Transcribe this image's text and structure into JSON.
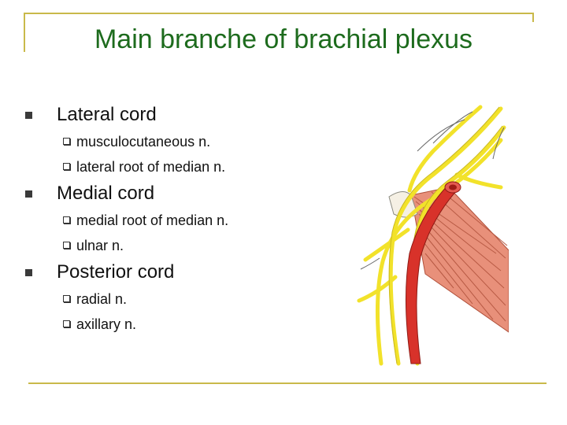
{
  "slide": {
    "title": "Main branche of brachial plexus",
    "items": [
      {
        "label": "Lateral cord",
        "sub": [
          "musculocutaneous n.",
          "lateral root of median n."
        ]
      },
      {
        "label": "Medial cord",
        "sub": [
          "medial root of median n.",
          "ulnar n."
        ]
      },
      {
        "label": "Posterior cord",
        "sub": [
          "radial n.",
          "axillary n."
        ]
      }
    ]
  },
  "colors": {
    "title": "#1d6b1d",
    "frame": "#c9b94a",
    "nerve": "#f2e22a",
    "artery": "#d8322a",
    "muscle": "#e8907a"
  },
  "illustration": {
    "name": "brachial-plexus-anatomy-illustration"
  }
}
